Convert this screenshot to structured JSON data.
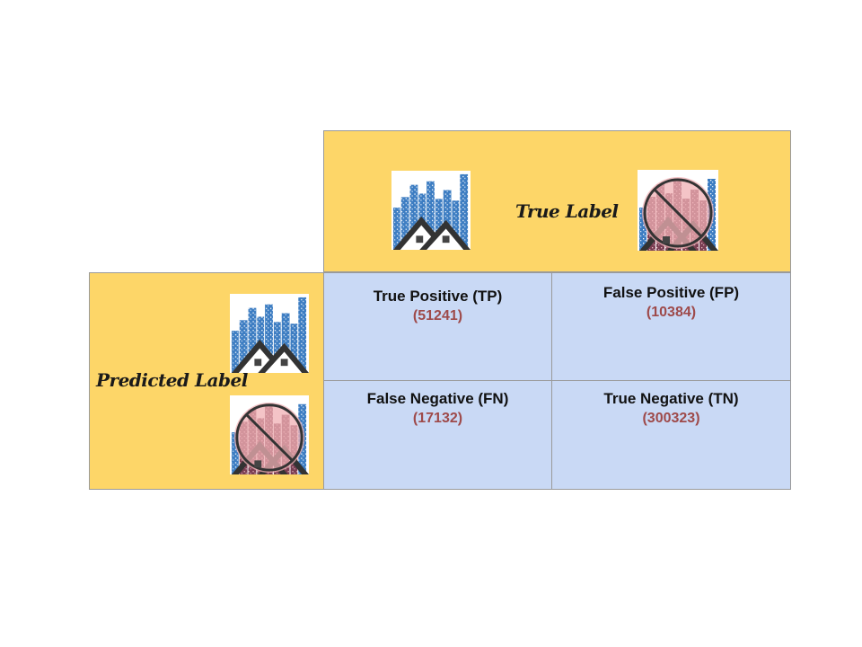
{
  "colors": {
    "label_panel": "#fdd668",
    "cell_background": "#c9d9f5",
    "count_text": "#9e4a4a",
    "building_blue": "#3d7dc2",
    "no_sign": "#e08a8a"
  },
  "header": {
    "true_label": "True Label"
  },
  "side": {
    "predicted_label": "Predicted Label"
  },
  "icons": {
    "positive": "house-city-icon",
    "negative": "no-house-city-icon"
  },
  "matrix": {
    "tp": {
      "title": "True Positive (TP)",
      "count": "(51241)"
    },
    "fp": {
      "title": "False Positive (FP)",
      "count": "(10384)"
    },
    "fn": {
      "title": "False Negative (FN)",
      "count": "(17132)"
    },
    "tn": {
      "title": "True Negative (TN)",
      "count": "(300323)"
    }
  }
}
